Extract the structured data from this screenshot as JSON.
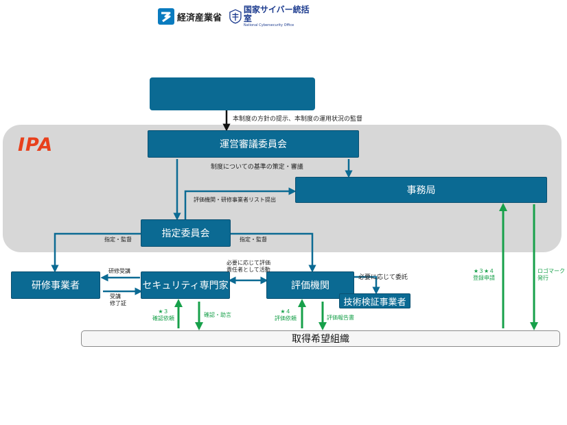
{
  "gov": {
    "meti_name": "経済産業省",
    "ncso_name": "国家サイバー統括室",
    "ncso_sub": "National Cybersecurity Office",
    "to_committee": "本制度の方針の提示、本制度の運用状況の監督"
  },
  "ipa": {
    "logo": "IPA",
    "steering_committee": "運営審議委員会",
    "steering_note": "制度についての基準の策定・審議",
    "secretariat": "事務局",
    "list_submission": "評価機関・研修事業者リスト提出",
    "designation_committee": "指定委員会",
    "designate_left": "指定・監督",
    "designate_right": "指定・監督"
  },
  "actors": {
    "training": "研修事業者",
    "expert": "セキュリティ専門家",
    "evaluator": "評価機関",
    "tech": "技術検証事業者",
    "applicant": "取得希望組織"
  },
  "flows": {
    "training_attend": "研修受講",
    "training_cert_1": "受講",
    "training_cert_2": "修了証",
    "eval_duty_1": "必要に応じて評価",
    "eval_duty_2": "責任者として活動",
    "outsource": "必要に応じて委託",
    "confirm_req_1": "★３",
    "confirm_req_2": "確認依頼",
    "confirm_advice": "確認・助言",
    "eval_req_1": "★４",
    "eval_req_2": "評価依頼",
    "eval_report": "評価報告書",
    "register_1": "★３★４",
    "register_2": "登録申請",
    "logo_issue_1": "ロゴマーク",
    "logo_issue_2": "発行"
  },
  "colors": {
    "box": "#0b6a93",
    "ipa_area": "#d7d7d7",
    "ipa_logo": "#e8401c",
    "green_arrow": "#17a04a"
  }
}
